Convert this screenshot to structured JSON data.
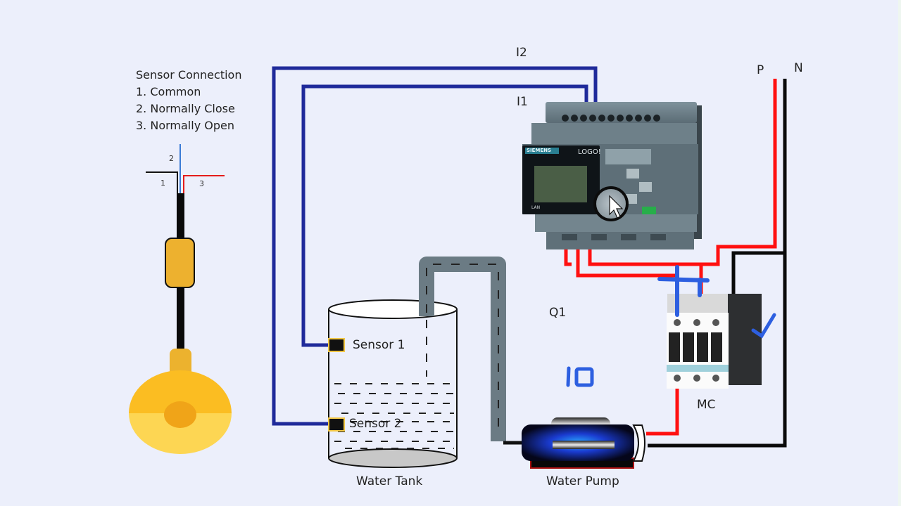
{
  "legend": {
    "title": "Sensor Connection",
    "items": [
      "1. Common",
      "2. Normally Close",
      "3. Normally Open"
    ]
  },
  "float_switch": {
    "wire_labels": [
      "1",
      "2",
      "3"
    ],
    "wire_colors": {
      "common": "#111111",
      "normally_close": "#3a7bd5",
      "normally_open": "#e51b1b"
    }
  },
  "signals": {
    "i1": "I1",
    "i2": "I2",
    "q1": "Q1"
  },
  "power": {
    "phase": "P",
    "neutral": "N"
  },
  "plc": {
    "brand": "SIEMENS",
    "model": "LOGO!",
    "port": "LAN"
  },
  "tank": {
    "label": "Water Tank",
    "sensor1": "Sensor 1",
    "sensor2": "Sensor 2"
  },
  "pump": {
    "label": "Water Pump"
  },
  "contactor": {
    "label": "MC"
  },
  "annotations": {
    "handwritten": "10"
  },
  "colors": {
    "background": "#eceffb",
    "signal_wire": "#1f2a9a",
    "live_wire": "#ff1010",
    "neutral_wire": "#0a0a0a",
    "annotation_ink": "#2d5fe0",
    "float_yellow": "#fbbf24",
    "pipe_gray": "#6b7b84"
  }
}
